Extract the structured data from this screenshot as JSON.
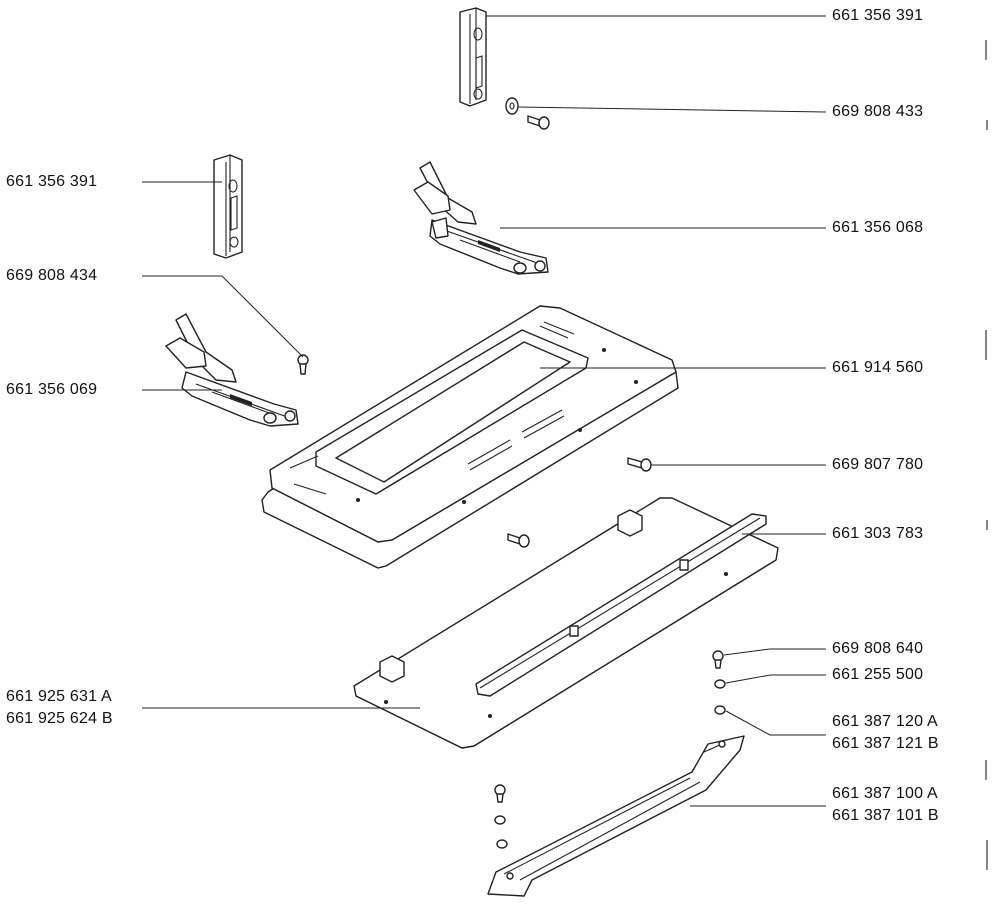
{
  "parts": [
    {
      "id": "p1",
      "label": "661 356 391"
    },
    {
      "id": "p2",
      "label": "669 808 433"
    },
    {
      "id": "p3",
      "label": "661 356 391"
    },
    {
      "id": "p4",
      "label": "661 356 068"
    },
    {
      "id": "p5",
      "label": "669 808 434"
    },
    {
      "id": "p6",
      "label": "661 914 560"
    },
    {
      "id": "p7",
      "label": "661 356 069"
    },
    {
      "id": "p8",
      "label": "669 807 780"
    },
    {
      "id": "p9",
      "label": "661 303 783"
    },
    {
      "id": "p10",
      "label": "669 808 640"
    },
    {
      "id": "p11",
      "label": "661 255 500"
    },
    {
      "id": "p12",
      "label": "661 387 120 A"
    },
    {
      "id": "p13",
      "label": "661 387 121 B"
    },
    {
      "id": "p14",
      "label": "661 925 631 A"
    },
    {
      "id": "p15",
      "label": "661 925 624 B"
    },
    {
      "id": "p16",
      "label": "661 387 100 A"
    },
    {
      "id": "p17",
      "label": "661 387 101 B"
    }
  ]
}
